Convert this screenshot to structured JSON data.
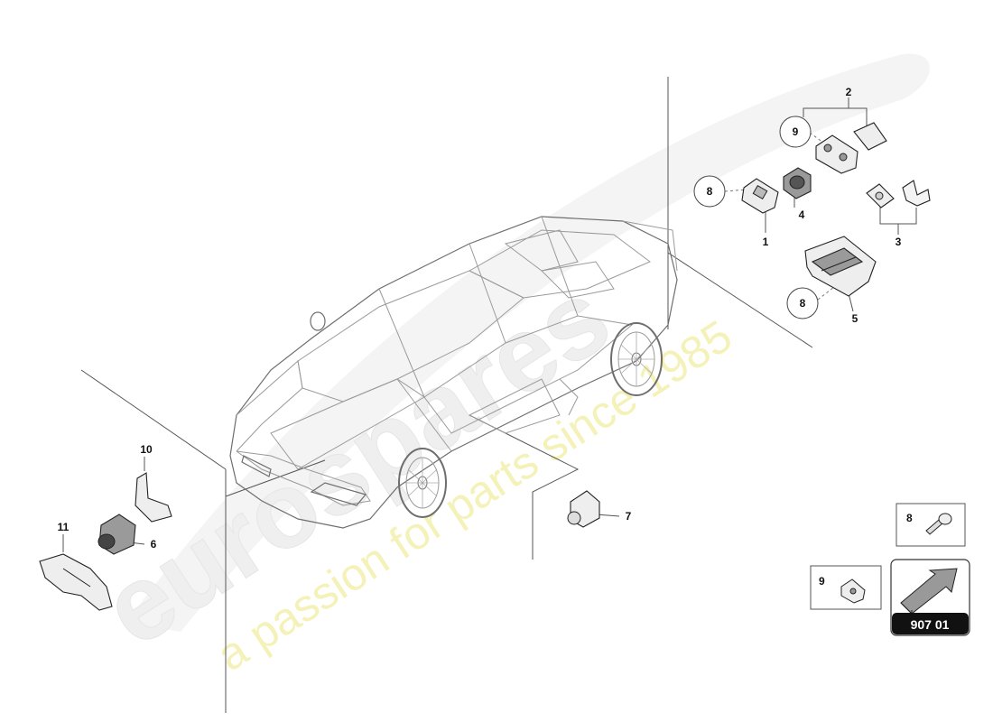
{
  "watermark": {
    "brand": "eurospares",
    "tagline": "a passion for parts since 1985"
  },
  "callouts": [
    {
      "id": "c1",
      "label": "1"
    },
    {
      "id": "c2",
      "label": "2"
    },
    {
      "id": "c3",
      "label": "3"
    },
    {
      "id": "c4",
      "label": "4"
    },
    {
      "id": "c5",
      "label": "5"
    },
    {
      "id": "c6",
      "label": "6"
    },
    {
      "id": "c7",
      "label": "7"
    },
    {
      "id": "c10",
      "label": "10"
    },
    {
      "id": "c11",
      "label": "11"
    }
  ],
  "circled_refs": [
    {
      "id": "r9",
      "label": "9"
    },
    {
      "id": "r8a",
      "label": "8"
    },
    {
      "id": "r8b",
      "label": "8"
    }
  ],
  "legend": {
    "box8_label": "8",
    "box9_label": "9",
    "page_ref": "907 01"
  },
  "colors": {
    "watermark_fill": "#f0f0f0",
    "tagline_fill": "#f3f1a8",
    "page_ref_bg": "#111111",
    "page_ref_text": "#ffffff"
  }
}
